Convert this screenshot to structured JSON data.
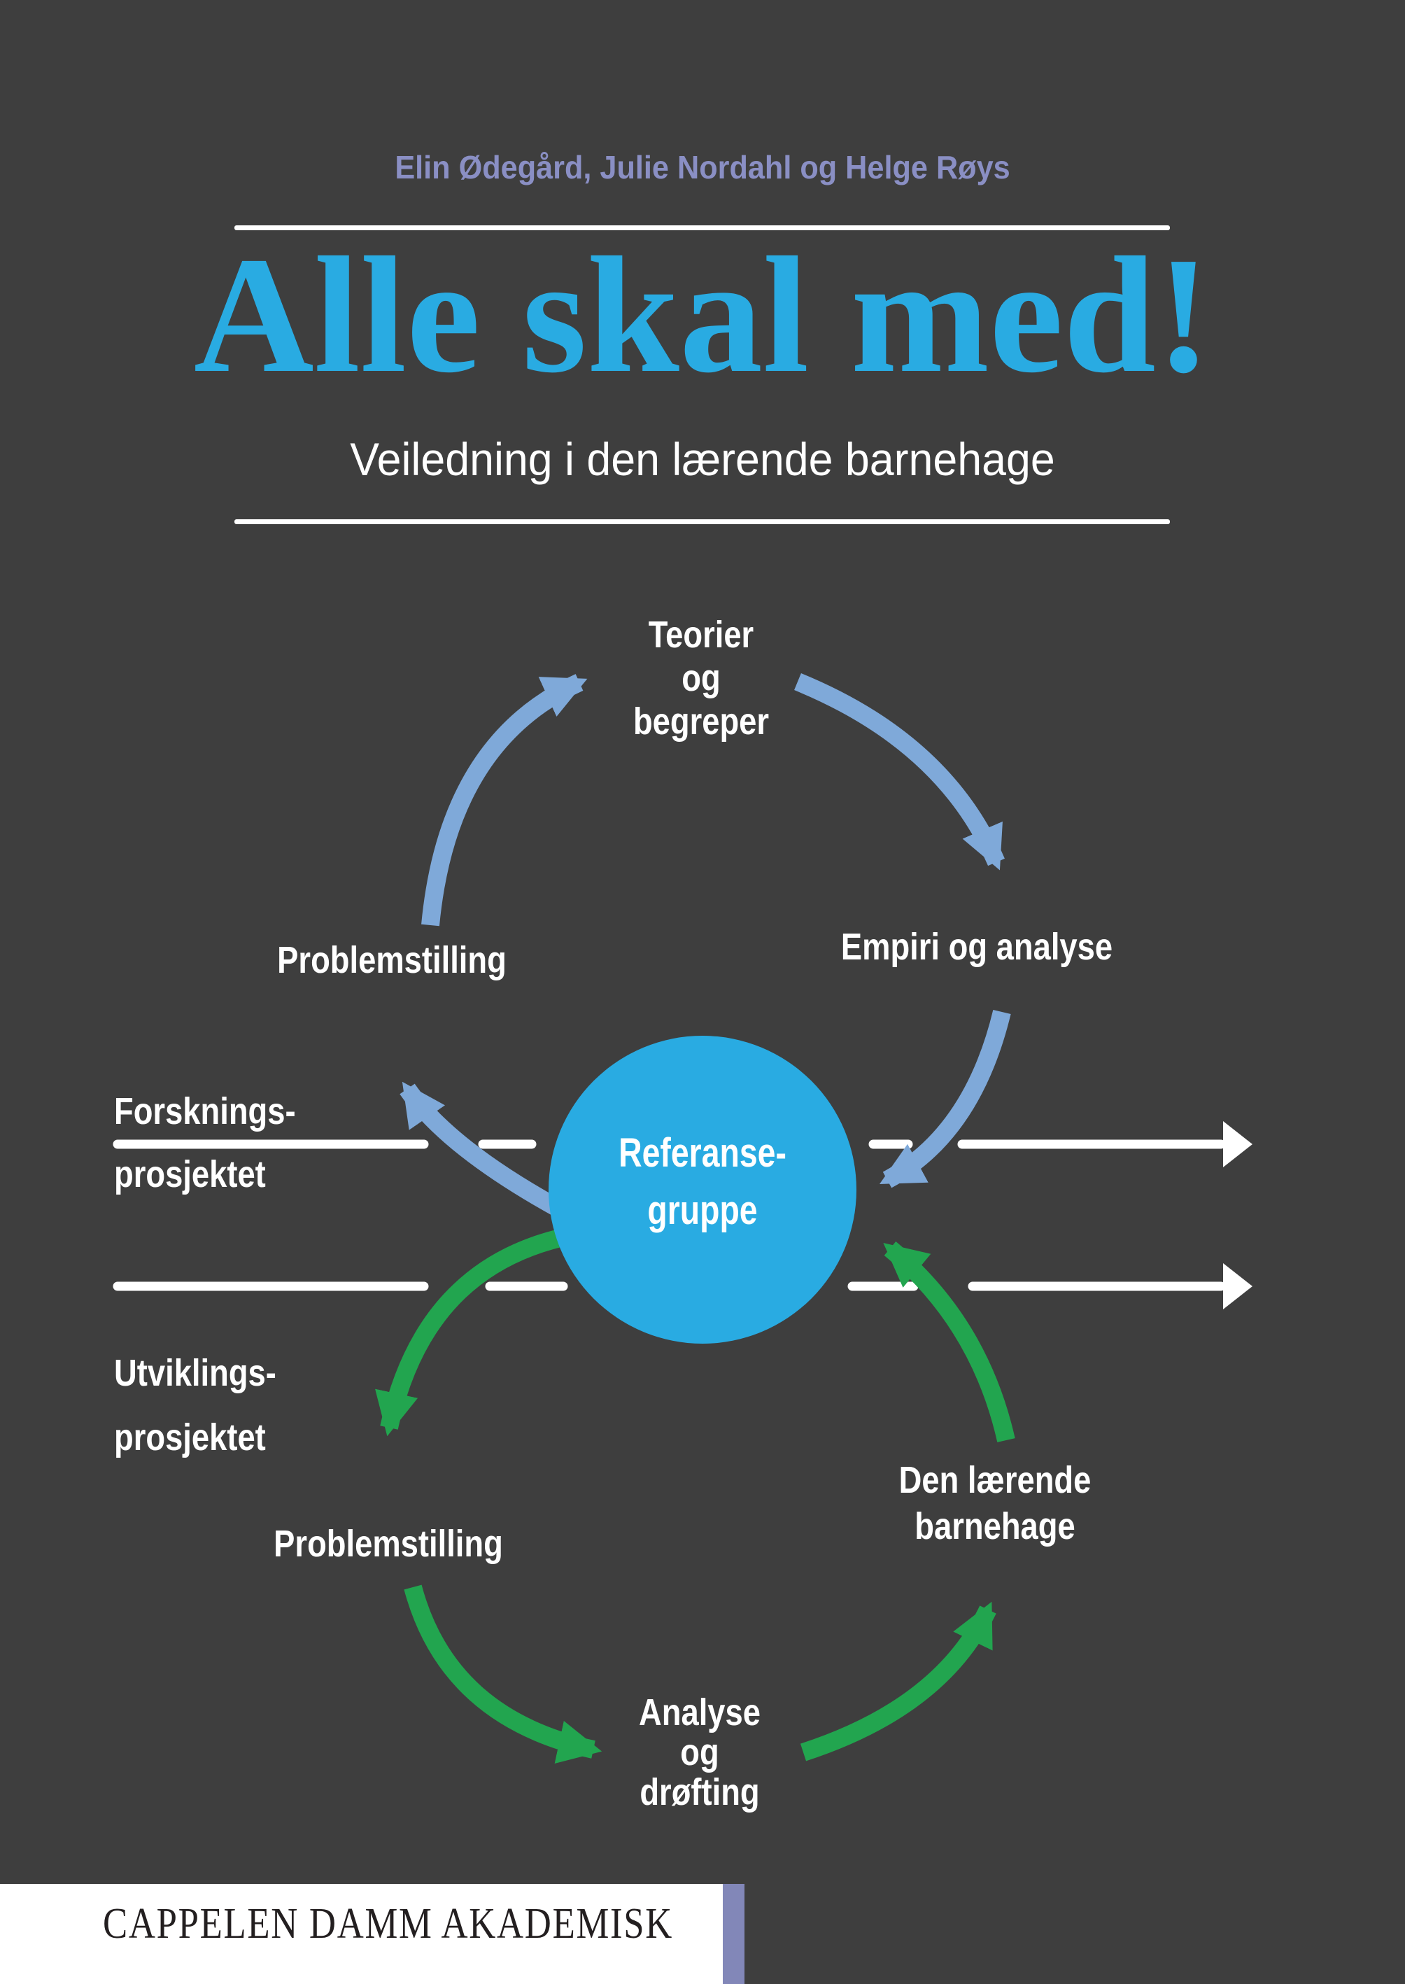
{
  "page": {
    "background": "#3E3E3E"
  },
  "header": {
    "authors": "Elin Ødegård, Julie Nordahl og Helge Røys",
    "authors_color": "#8A8FC4",
    "title": "Alle skal med!",
    "title_color": "#29ABE2",
    "subtitle": "Veiledning i den lærende barnehage",
    "subtitle_color": "#FFFFFF"
  },
  "diagram": {
    "research_cycle": {
      "color": "#7FA9D9",
      "teorier_lines": [
        "Teorier",
        "og",
        "begreper"
      ],
      "empiri": "Empiri og analyse",
      "problemstilling": "Problemstilling"
    },
    "development_cycle": {
      "color": "#22A54F",
      "problemstilling": "Problemstilling",
      "analyse_lines": [
        "Analyse",
        "og",
        "drøfting"
      ],
      "den_laerende_lines": [
        "Den lærende",
        "barnehage"
      ]
    },
    "projects": {
      "axis_color": "#FFFFFF",
      "forskning_lines": [
        "Forsknings-",
        "prosjektet"
      ],
      "utvikling_lines": [
        "Utviklings-",
        "prosjektet"
      ]
    },
    "center": {
      "fill": "#29ABE2",
      "text_color": "#FFFFFF",
      "lines": [
        "Referanse-",
        "gruppe"
      ]
    }
  },
  "footer": {
    "publisher": "CAPPELEN DAMM AKADEMISK",
    "bar_color": "#FFFFFF",
    "stripe_color": "#8287B8",
    "text_color": "#231F20"
  }
}
